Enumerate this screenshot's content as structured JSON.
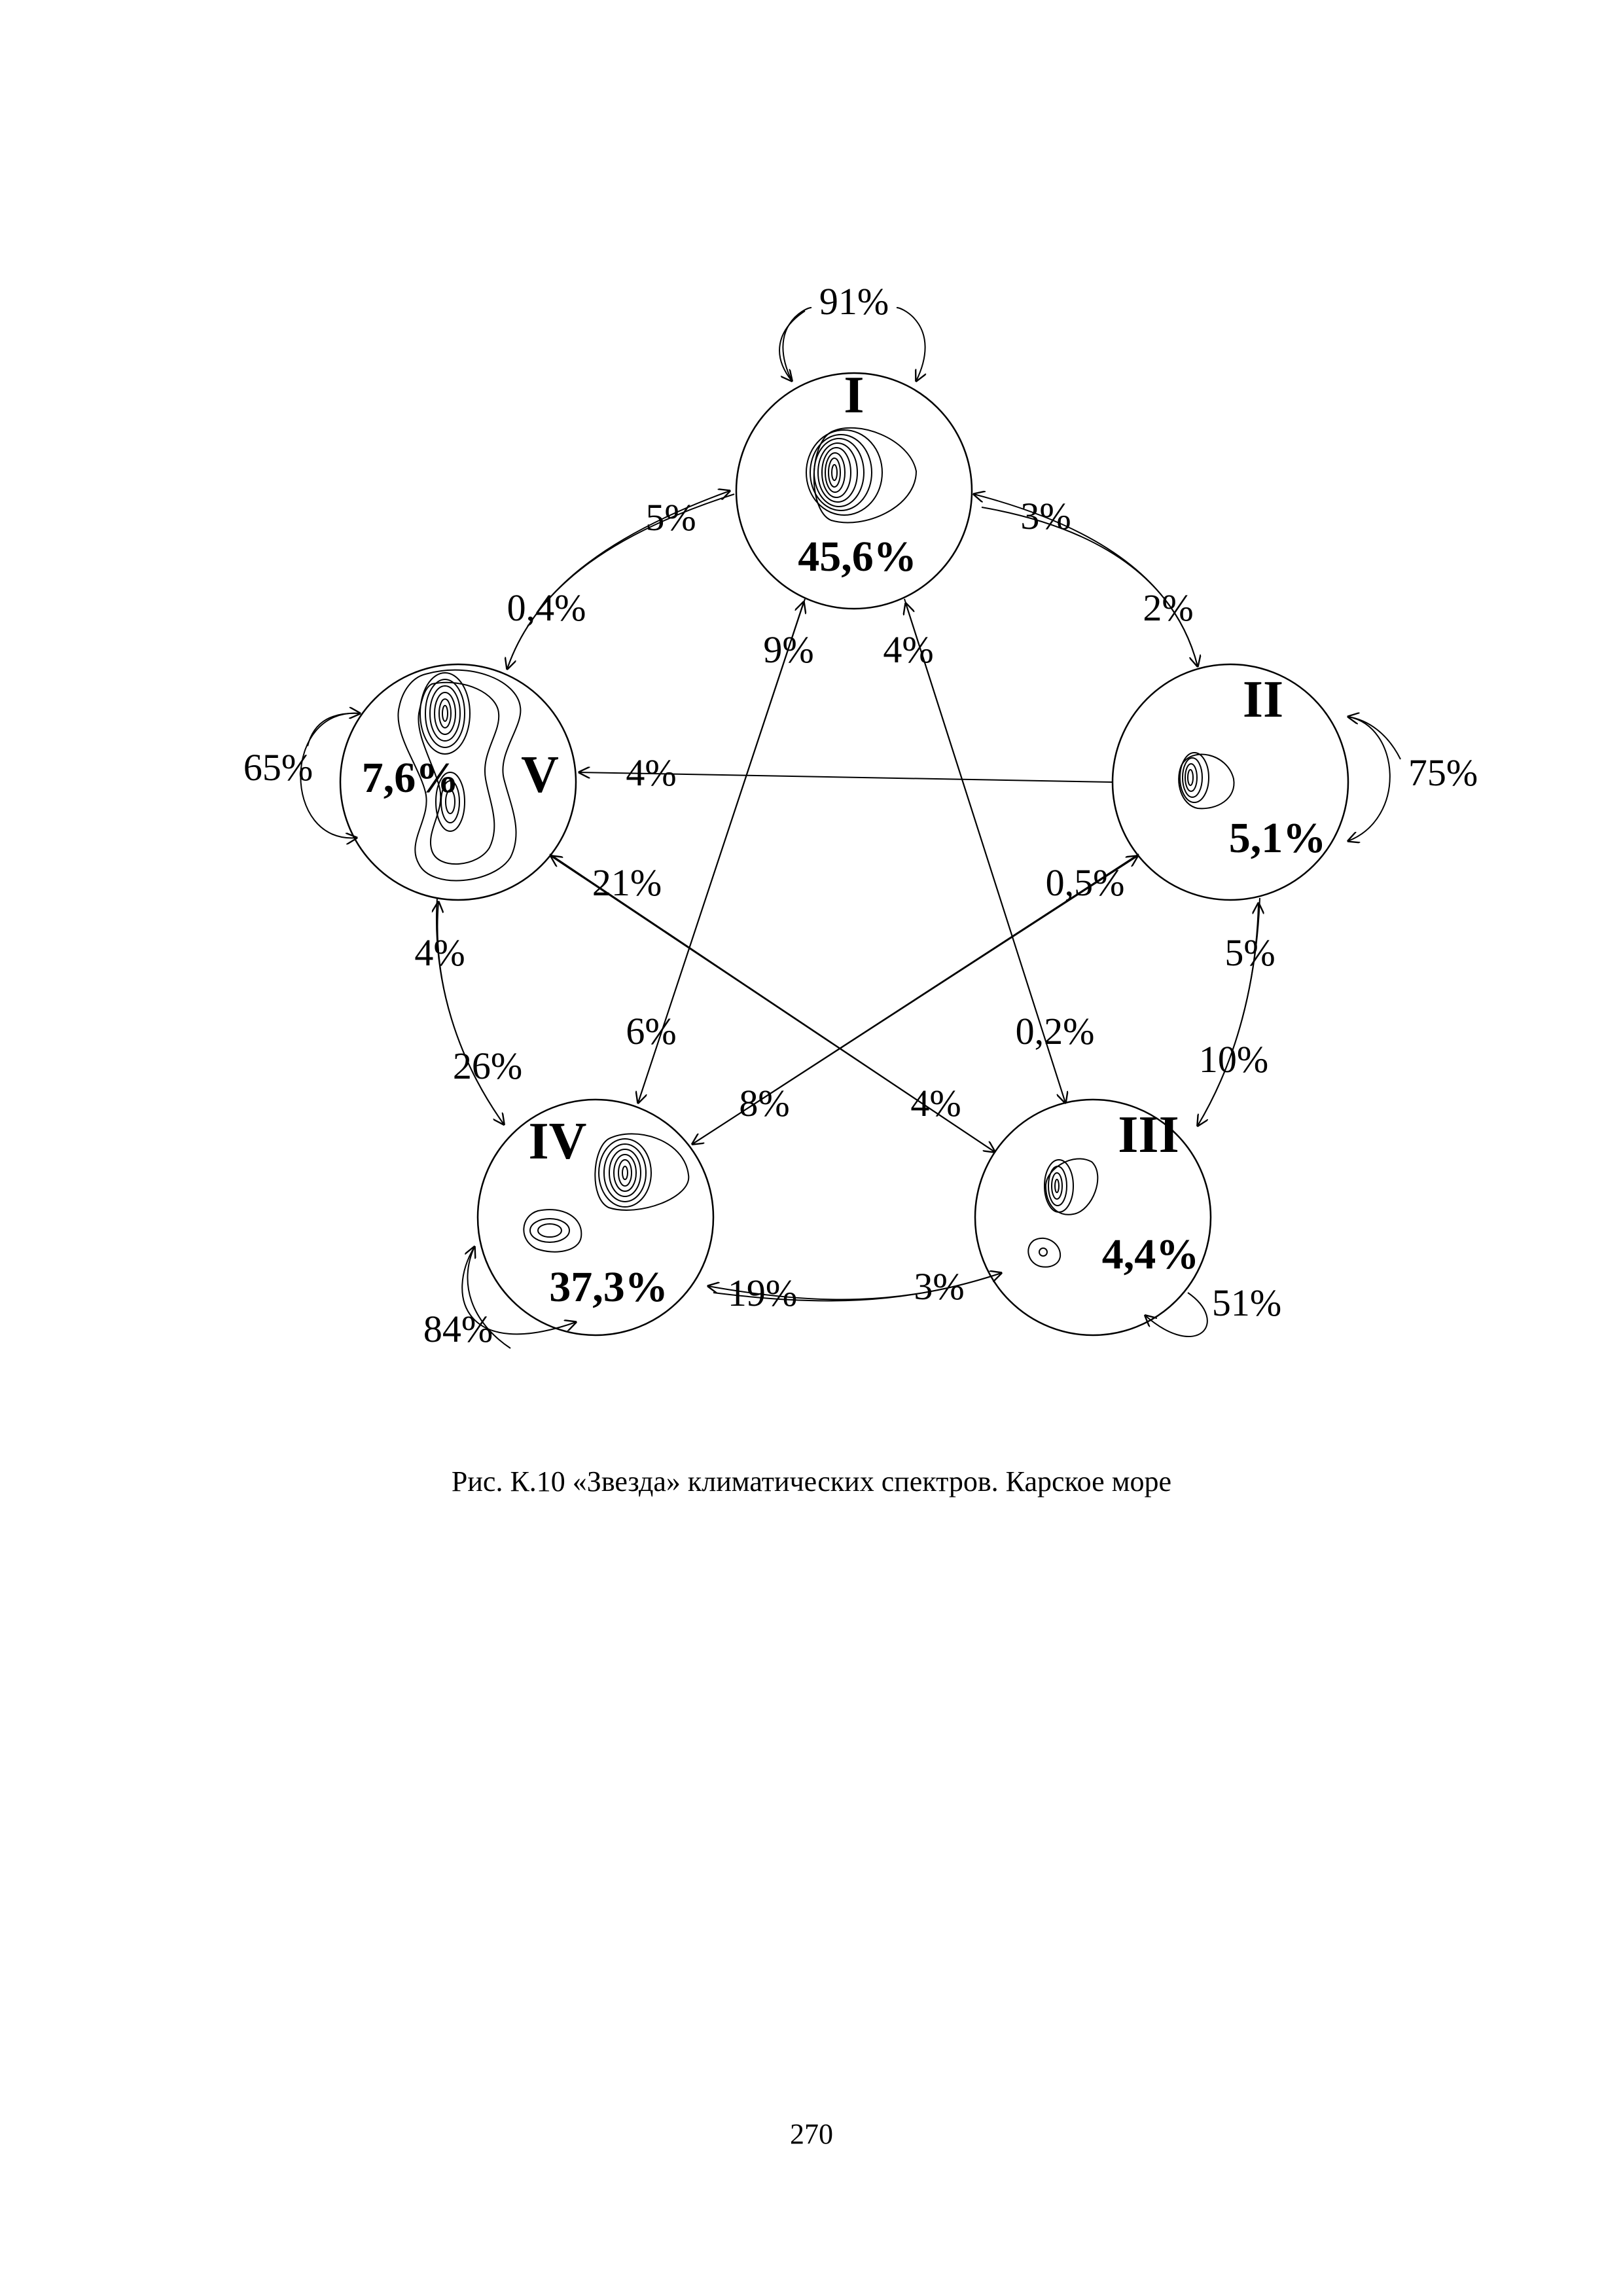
{
  "figure": {
    "nodes": [
      {
        "id": "I",
        "label": "I",
        "share": "45,6%"
      },
      {
        "id": "II",
        "label": "II",
        "share": "5,1%"
      },
      {
        "id": "III",
        "label": "III",
        "share": "4,4%"
      },
      {
        "id": "IV",
        "label": "IV",
        "share": "37,3%"
      },
      {
        "id": "V",
        "label": "V",
        "share": "7,6%"
      }
    ],
    "self_loops": {
      "I": "91%",
      "II": "75%",
      "III": "51%",
      "IV": "84%",
      "V": "65%"
    },
    "transitions": {
      "I_II": "3%",
      "II_I": "2%",
      "I_V": "0,4%",
      "V_I": "5%",
      "I_IV": "6%",
      "IV_I": "9%",
      "I_III": "0,2%",
      "III_I": "4%",
      "II_V": "4%",
      "II_IV": "8%",
      "IV_II": "0,5%",
      "II_III": "10%",
      "III_II": "5%",
      "V_IV": "26%",
      "IV_V": "4%",
      "V_III": "4%",
      "III_V": "21%",
      "IV_III": "3%",
      "III_IV": "19%"
    }
  },
  "caption": "Рис. К.10 «Звезда» климатических спектров. Карское море",
  "page_number": "270"
}
